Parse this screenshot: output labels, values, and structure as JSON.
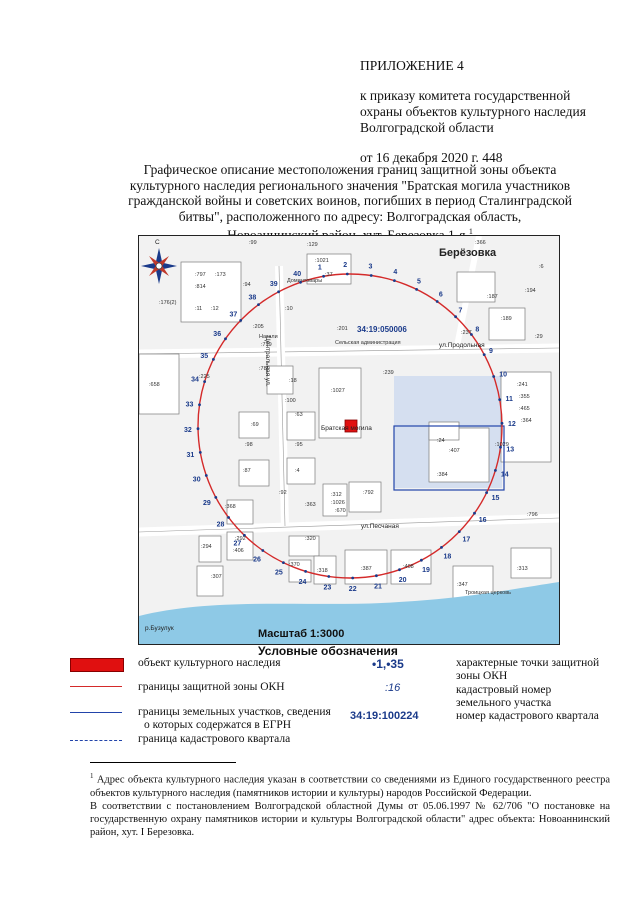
{
  "appendix": {
    "line1": "ПРИЛОЖЕНИЕ 4",
    "line2": "к приказу комитета государственной",
    "line3": "охраны объектов культурного наследия",
    "line4": "Волгоградской области",
    "line5": "от 16 декабря 2020 г.  448"
  },
  "title": {
    "line1": "Графическое описание местоположения границ защитной зоны объекта",
    "line2": "культурного наследия регионального значения \"Братская могила участников",
    "line3": "гражданской войны и советских воинов, погибших в период Сталинградской",
    "line4": "битвы\", расположенного по адресу: Волгоградская область,",
    "line5": "Новоаннинский район, хут. Березовка 1-я",
    "footnote_mark": "1"
  },
  "map": {
    "compass_letter": "С",
    "settlement": "Берёзовка",
    "quarter_label": "34:19:050006",
    "street_prodolnaya": "ул.Продольная",
    "street_pesch": "ул.Песчаная",
    "street_central": "Центральная ул.",
    "river": "р.Бузулук",
    "monument": "Братская могила",
    "admin": "Сельская администрация",
    "shop": "Натали",
    "store": "Доминтовары",
    "church": "Троицкая церковь",
    "colors": {
      "zone": "#d42a2a",
      "monument": "#e01010",
      "points": "#1a3a8a",
      "water": "#8ec9e6"
    },
    "points": [
      "1",
      "2",
      "3",
      "4",
      "5",
      "6",
      "7",
      "8",
      "9",
      "10",
      "11",
      "12",
      "13",
      "14",
      "15",
      "16",
      "17",
      "18",
      "19",
      "20",
      "21",
      "22",
      "23",
      "24",
      "25",
      "26",
      "27",
      "28",
      "29",
      "30",
      "31",
      "32",
      "33",
      "34",
      "35",
      "36",
      "37",
      "38",
      "39",
      "40"
    ],
    "parcels": [
      ":99",
      ":129",
      ":1021",
      ":37",
      ":366",
      ":797",
      ":173",
      ":94",
      ":814",
      ":11",
      ":12",
      ":10",
      ":187",
      ":189",
      ":194",
      ":176(2)",
      ":205",
      ":201",
      ":237",
      ":779",
      ":29",
      ":780",
      ":225",
      ":239",
      ":658",
      ":18",
      ":1027",
      ":241",
      ":355",
      ":465",
      ":364",
      ":100",
      ":63",
      ":69",
      ":98",
      ":24",
      ":407",
      ":1029",
      ":95",
      ":384",
      ":87",
      ":4",
      ":792",
      ":92",
      ":312",
      ":1026",
      ":670",
      ":363",
      ":368",
      ":796",
      ":292",
      ":320",
      ":294",
      ":406",
      ":370",
      ":318",
      ":387",
      ":408",
      ":313",
      ":307",
      ":347",
      ":6"
    ]
  },
  "scale": "Масштаб 1:3000",
  "legend": {
    "heading": "Условные обозначения",
    "okn": "объект культурного наследия",
    "zone": "границы защитной зоны ОКН",
    "land1": "границы земельных участков, сведения",
    "land2": "о которых содержатся в ЕГРН",
    "quarter": "граница кадастрового квартала",
    "points_sample": "•1,•35",
    "points1": "характерные точки защитной",
    "points2": "зоны ОКН",
    "parcel_sample": ":16",
    "parcel1": "кадастровый номер",
    "parcel2": "земельного участка",
    "quarter_sample": "34:19:100224",
    "quarter_num": "номер кадастрового квартала"
  },
  "footnote": {
    "mark": "1",
    "text1": " Адрес объекта культурного наследия указан в соответствии со сведениями из Единого государственного реестра объектов культурного наследия (памятников истории и культуры) народов Российской Федерации.",
    "text2": "В соответствии с постановлением Волгоградской областной Думы от 05.06.1997 № 62/706 \"О постановке на государственную охрану памятников истории и культуры Волгоградской области\" адрес объекта: Новоаннинский район, хут. I Березовка."
  }
}
